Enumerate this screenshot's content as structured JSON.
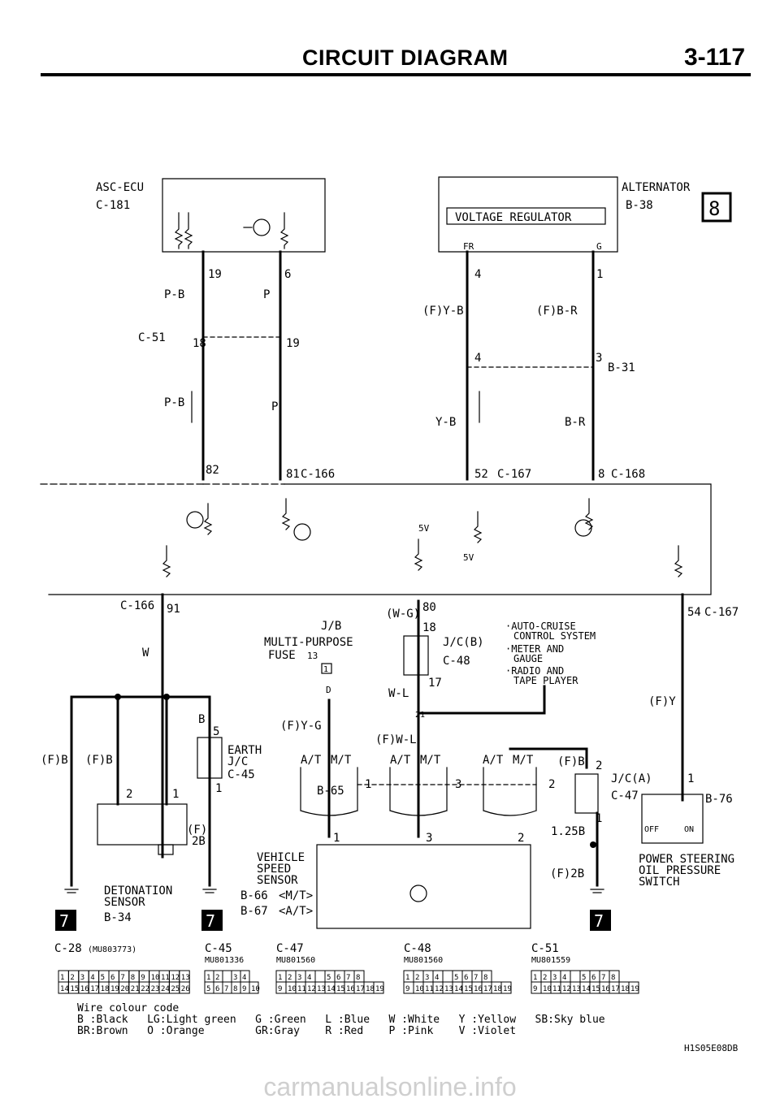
{
  "header": {
    "title": "CIRCUIT DIAGRAM",
    "page": "3-117"
  },
  "labels": {
    "asc_ecu": "ASC-ECU",
    "c181": "C-181",
    "alternator": "ALTERNATOR",
    "b38": "B-38",
    "page_ref_8": "8",
    "voltage_regulator": "VOLTAGE REGULATOR",
    "fr": "FR",
    "g": "G",
    "p19": "19",
    "p6": "6",
    "p4": "4",
    "p1": "1",
    "pb_upper": "P-B",
    "p_upper": "P",
    "fyb": "(F)Y-B",
    "fbr": "(F)B-R",
    "c51": "C-51",
    "p18": "18",
    "p19b": "19",
    "p4b": "4",
    "p3": "3",
    "b31": "B-31",
    "pb_lower": "P-B",
    "p_lower": "P",
    "yb": "Y-B",
    "br": "B-R",
    "p82": "82",
    "p81": "81",
    "c166": "C-166",
    "p52": "52",
    "c167": "C-167",
    "p8": "8",
    "c168": "C-168",
    "v5a": "5V",
    "v5b": "5V",
    "c166b": "C-166",
    "p91": "91",
    "w": "W",
    "jb": "J/B",
    "multi_purpose": "MULTI-PURPOSE",
    "fuse": "FUSE",
    "fuse_no": "13",
    "p1box": "1",
    "d": "D",
    "wg": "(W-G)",
    "p80": "80",
    "p18b": "18",
    "jcb": "J/C(B)",
    "c48": "C-48",
    "p17": "17",
    "wl": "W-L",
    "n21": "21",
    "auto_cruise": "·AUTO-CRUISE",
    "control_system": "CONTROL SYSTEM",
    "meter": "·METER AND",
    "gauge": "GAUGE",
    "radio": "·RADIO AND",
    "tape": "TAPE PLAYER",
    "p54": "54",
    "c167b": "C-167",
    "fy": "(F)Y",
    "b": "B",
    "p5": "5",
    "earth": "EARTH",
    "jc": "J/C",
    "c45": "C-45",
    "p1c": "1",
    "fyg": "(F)Y-G",
    "fwl": "(F)W-L",
    "fb1": "(F)B",
    "fb2": "(F)B",
    "p2": "2",
    "p1d": "1",
    "at1": "A/T",
    "mt1": "M/T",
    "at2": "A/T",
    "mt2": "M/T",
    "at3": "A/T",
    "mt3": "M/T",
    "b65": "B-65",
    "p1e": "1",
    "p3b": "3",
    "p2b": "2",
    "fb3": "(F)B",
    "p2c": "2",
    "jca": "J/C(A)",
    "c47": "C-47",
    "p1f": "1",
    "p1g": "1",
    "b76": "B-76",
    "f": "(F)",
    "f2b": "2B",
    "p1h": "1",
    "p3c": "3",
    "p2d": "2",
    "p125b": "1.25B",
    "off": "OFF",
    "on": "ON",
    "vss1": "VEHICLE",
    "vss2": "SPEED",
    "vss3": "SENSOR",
    "b66": "B-66",
    "mt_s": "<M/T>",
    "b67": "B-67",
    "at_s": "<A/T>",
    "f2b_b": "(F)2B",
    "ps1": "POWER STEERING",
    "ps2": "OIL PRESSURE",
    "ps3": "SWITCH",
    "det1": "DETONATION",
    "det2": "SENSOR",
    "b34": "B-34",
    "ref7": "7",
    "c28": "C-28",
    "mu803773": "(MU803773)",
    "c45b": "C-45",
    "mu801336": "MU801336",
    "c47b": "C-47",
    "mu801560a": "MU801560",
    "c48b": "C-48",
    "mu801560b": "MU801560",
    "c51b": "C-51",
    "mu801559": "MU801559"
  },
  "connectors": {
    "c28_row1": [
      "1",
      "2",
      "3",
      "4",
      "5",
      "6",
      "7",
      "8",
      "9",
      "10",
      "11",
      "12",
      "13"
    ],
    "c28_row2": [
      "14",
      "15",
      "16",
      "17",
      "18",
      "19",
      "20",
      "21",
      "22",
      "23",
      "24",
      "25",
      "26"
    ],
    "c45_row1": [
      "1",
      "2",
      "",
      "3",
      "4"
    ],
    "c45_row2": [
      "5",
      "6",
      "7",
      "8",
      "9",
      "10"
    ],
    "c47_row1": [
      "1",
      "2",
      "3",
      "4",
      "",
      "5",
      "6",
      "7",
      "8"
    ],
    "c47_row2": [
      "9",
      "10",
      "11",
      "12",
      "13",
      "14",
      "15",
      "16",
      "17",
      "18",
      "19"
    ]
  },
  "wire_colour_code": {
    "title": "Wire colour code",
    "row1": "B :Black   LG:Light green   G :Green   L :Blue   W :White   Y :Yellow   SB:Sky blue",
    "row2": "BR:Brown   O :Orange        GR:Gray    R :Red    P :Pink    V :Violet"
  },
  "code": "H1S05E08DB",
  "footer": "carmanualsonline.info"
}
